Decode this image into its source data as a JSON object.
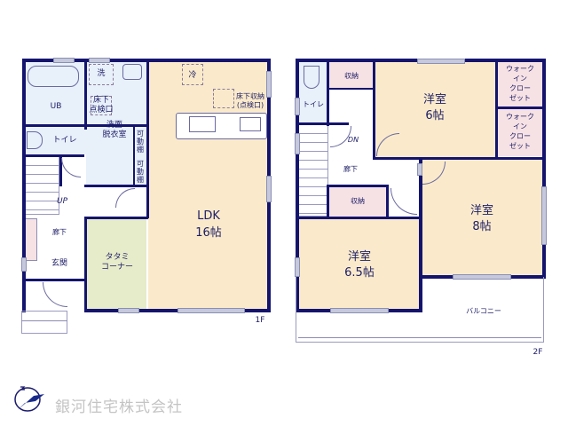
{
  "floor1": {
    "label": "1F",
    "rooms": {
      "wash_label": "洗",
      "ub": "UB",
      "underfloor_check": "床下\n点検口",
      "toilet": "トイレ",
      "dressing": "洗面\n脱衣室",
      "movable_shelf_1": "可\n動\n棚",
      "movable_shelf_2": "可\n動\n棚",
      "fridge": "冷",
      "underfloor_storage": "床下収納\n(点検口)",
      "ldk_name": "LDK",
      "ldk_size": "16帖",
      "stairs_up": "UP",
      "hallway": "廊下",
      "entrance": "玄関",
      "tatami": "タタミ\nコーナー"
    }
  },
  "floor2": {
    "label": "2F",
    "rooms": {
      "toilet": "トイレ",
      "storage_1": "収納",
      "storage_2": "収納",
      "western_6_name": "洋室",
      "western_6_size": "6帖",
      "wic_1": "ウォーク\nイン\nクロー\nゼット",
      "wic_2": "ウォーク\nイン\nクロー\nゼット",
      "stairs_down": "DN",
      "hallway": "廊下",
      "western_8_name": "洋室",
      "western_8_size": "8帖",
      "western_65_name": "洋室",
      "western_65_size": "6.5帖",
      "balcony": "バルコニー"
    }
  },
  "company": {
    "name": "銀河住宅株式会社",
    "logo": "bird-compass-logo"
  },
  "colors": {
    "wall": "#14146e",
    "wet_area": "#e8f0fa",
    "living": "#faeacb",
    "storage": "#f6e1e4",
    "tatami": "#e6ebc9"
  }
}
